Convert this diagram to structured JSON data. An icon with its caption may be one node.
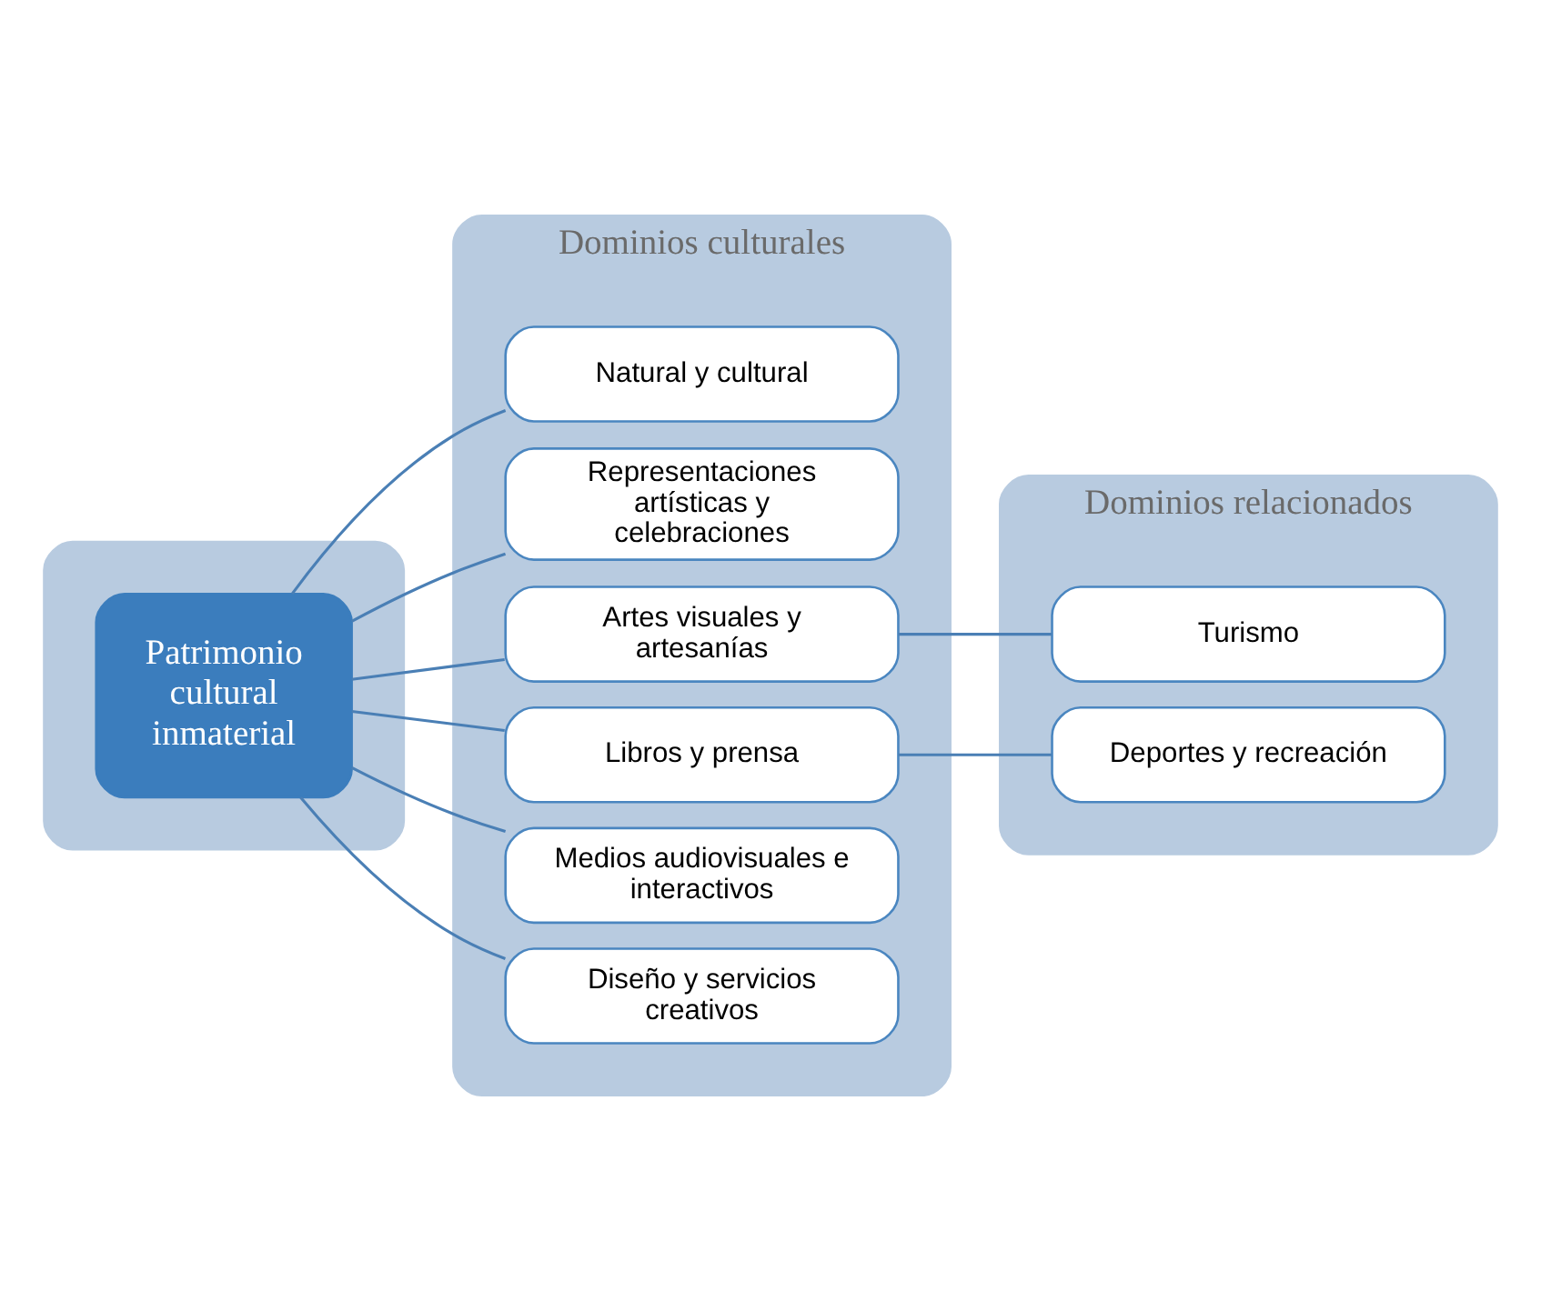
{
  "diagram": {
    "nodes": [
      {
        "text": [],
        "shape": "box"
      },
      {
        "text": [
          "Patrimonio cultural inmaterial"
        ],
        "in": 0
      },
      {
        "text": [
          "Dominios culturales"
        ]
      },
      {
        "text": [
          "Natural y cultural"
        ],
        "in": 2
      },
      {
        "text": [
          "Representaciones artísticas y celebraciones"
        ],
        "in": 2
      },
      {
        "text": [
          "Artes visuales y artesanías"
        ],
        "in": 2
      },
      {
        "text": [
          "Libros y prensa"
        ],
        "in": 2
      },
      {
        "text": [
          "Medios audiovisuales e interactivos"
        ],
        "in": 2
      },
      {
        "text": [
          "Diseño y servicios creativos"
        ],
        "in": 2
      },
      {
        "text": [
          "Dominios relacionados"
        ]
      },
      {
        "text": [
          "Turismo"
        ],
        "in": 9
      },
      {
        "text": [
          "Deportes y recreación"
        ],
        "in": 9
      }
    ],
    "edges": [
      {
        "from": 1,
        "to": 3,
        "arrow": "none"
      },
      {
        "from": 1,
        "to": 4,
        "arrow": "none"
      },
      {
        "from": 1,
        "to": 5,
        "arrow": "none"
      },
      {
        "from": 1,
        "to": 6,
        "arrow": "none"
      },
      {
        "from": 1,
        "to": 7,
        "arrow": "none"
      },
      {
        "from": 1,
        "to": 8,
        "arrow": "none"
      },
      {
        "from": 5,
        "to": 10,
        "arrow": "none"
      },
      {
        "from": 6,
        "to": 11,
        "arrow": "none"
      }
    ]
  }
}
